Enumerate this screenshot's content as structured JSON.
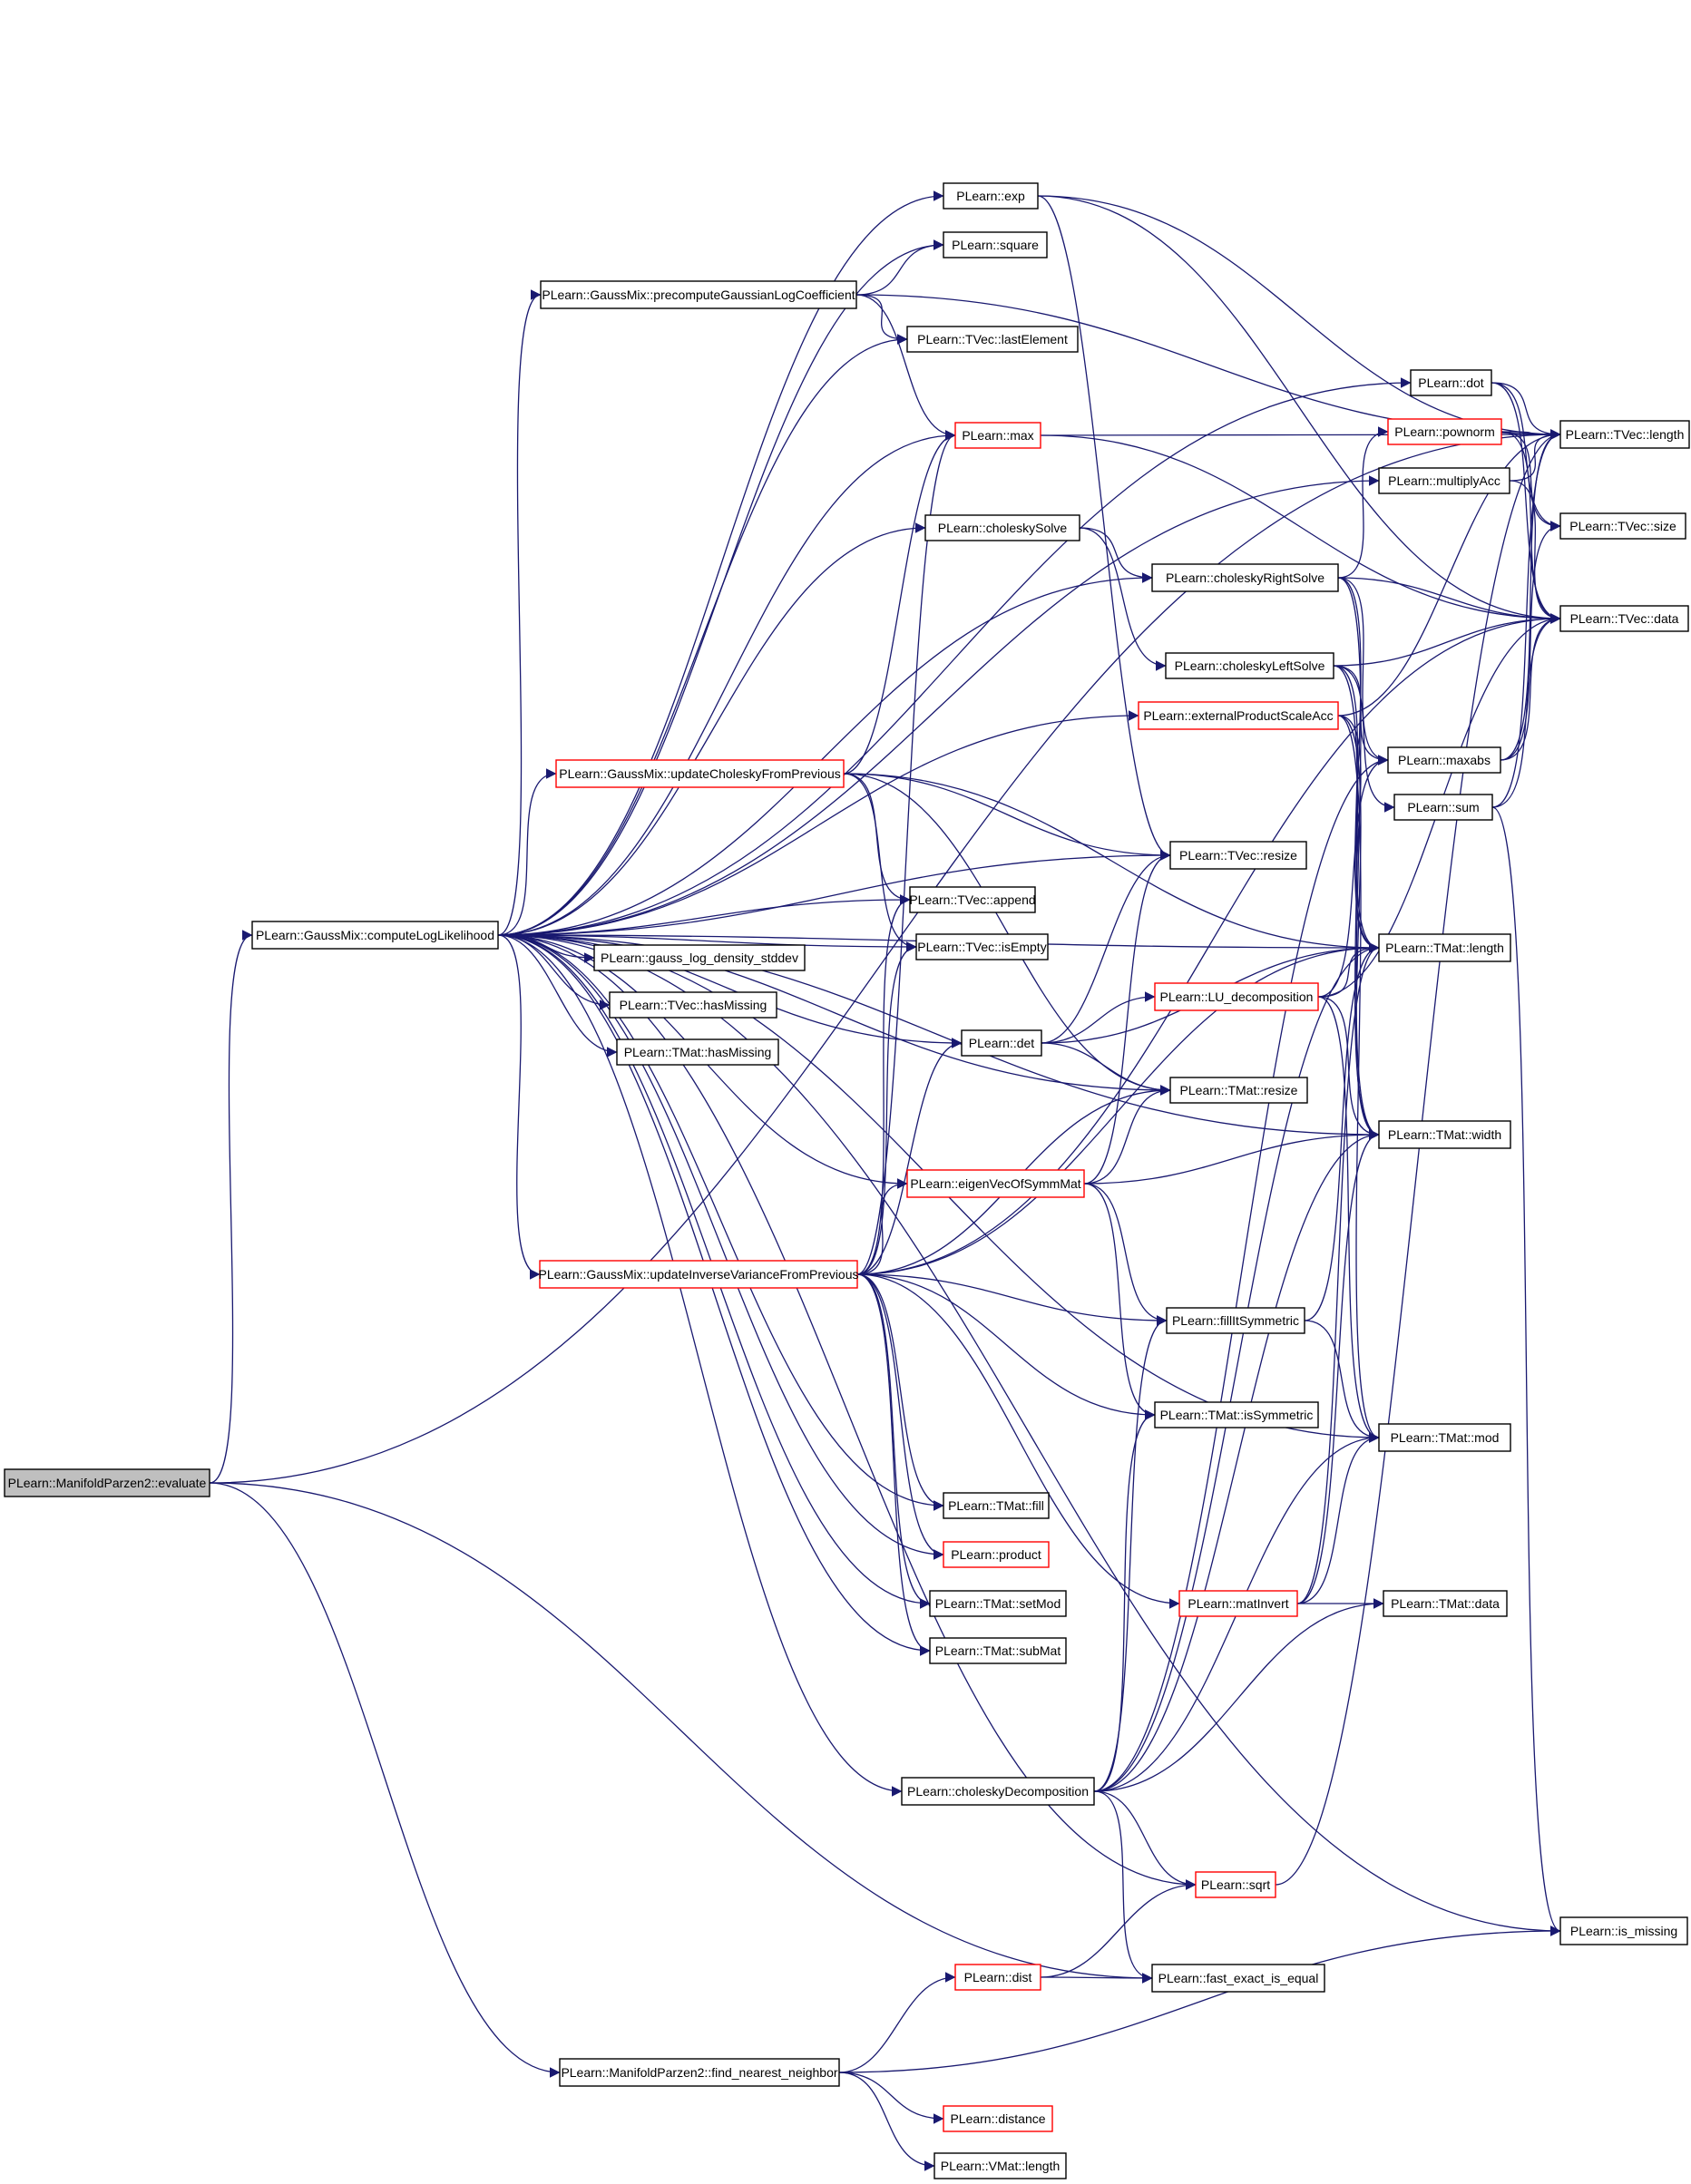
{
  "colors": {
    "edge": "#191970",
    "border_default": "#000000",
    "border_truncated": "#ff0000",
    "root_fill": "#bfbfbf",
    "node_fill": "#ffffff"
  },
  "nodes": [
    {
      "id": "evaluate",
      "label": "PLearn::ManifoldParzen2::evaluate",
      "root": true
    },
    {
      "id": "computeLL",
      "label": "PLearn::GaussMix::computeLogLikelihood"
    },
    {
      "id": "exp",
      "label": "PLearn::exp"
    },
    {
      "id": "square",
      "label": "PLearn::square"
    },
    {
      "id": "precompute",
      "label": "PLearn::GaussMix::precomputeGaussianLogCoefficient"
    },
    {
      "id": "lastElement",
      "label": "PLearn::TVec::lastElement"
    },
    {
      "id": "dot",
      "label": "PLearn::dot"
    },
    {
      "id": "max",
      "label": "PLearn::max",
      "truncated": true
    },
    {
      "id": "pownorm",
      "label": "PLearn::pownorm",
      "truncated": true
    },
    {
      "id": "tveclength",
      "label": "PLearn::TVec::length"
    },
    {
      "id": "multiplyAcc",
      "label": "PLearn::multiplyAcc"
    },
    {
      "id": "choleskySolve",
      "label": "PLearn::choleskySolve"
    },
    {
      "id": "tvecsize",
      "label": "PLearn::TVec::size"
    },
    {
      "id": "cholRightSolve",
      "label": "PLearn::choleskyRightSolve"
    },
    {
      "id": "tvecdata",
      "label": "PLearn::TVec::data"
    },
    {
      "id": "cholLeftSolve",
      "label": "PLearn::choleskyLeftSolve"
    },
    {
      "id": "extProd",
      "label": "PLearn::externalProductScaleAcc",
      "truncated": true
    },
    {
      "id": "maxabs",
      "label": "PLearn::maxabs"
    },
    {
      "id": "updCholesky",
      "label": "PLearn::GaussMix::updateCholeskyFromPrevious",
      "truncated": true
    },
    {
      "id": "sum",
      "label": "PLearn::sum"
    },
    {
      "id": "tvecresize",
      "label": "PLearn::TVec::resize"
    },
    {
      "id": "append",
      "label": "PLearn::TVec::append"
    },
    {
      "id": "gauss",
      "label": "PLearn::gauss_log_density_stddev"
    },
    {
      "id": "isEmpty",
      "label": "PLearn::TVec::isEmpty"
    },
    {
      "id": "tmatlength",
      "label": "PLearn::TMat::length"
    },
    {
      "id": "tvecHasMissing",
      "label": "PLearn::TVec::hasMissing"
    },
    {
      "id": "LU",
      "label": "PLearn::LU_decomposition",
      "truncated": true
    },
    {
      "id": "det",
      "label": "PLearn::det"
    },
    {
      "id": "tmatHasMissing",
      "label": "PLearn::TMat::hasMissing"
    },
    {
      "id": "tmatresize",
      "label": "PLearn::TMat::resize"
    },
    {
      "id": "tmatwidth",
      "label": "PLearn::TMat::width"
    },
    {
      "id": "eigen",
      "label": "PLearn::eigenVecOfSymmMat",
      "truncated": true
    },
    {
      "id": "updInvVar",
      "label": "PLearn::GaussMix::updateInverseVarianceFromPrevious",
      "truncated": true
    },
    {
      "id": "fillSym",
      "label": "PLearn::fillItSymmetric"
    },
    {
      "id": "isSymmetric",
      "label": "PLearn::TMat::isSymmetric"
    },
    {
      "id": "tmatmod",
      "label": "PLearn::TMat::mod"
    },
    {
      "id": "tmatfill",
      "label": "PLearn::TMat::fill"
    },
    {
      "id": "product",
      "label": "PLearn::product",
      "truncated": true
    },
    {
      "id": "matInvert",
      "label": "PLearn::matInvert",
      "truncated": true
    },
    {
      "id": "tmatdata",
      "label": "PLearn::TMat::data"
    },
    {
      "id": "setMod",
      "label": "PLearn::TMat::setMod"
    },
    {
      "id": "subMat",
      "label": "PLearn::TMat::subMat"
    },
    {
      "id": "cholDecomp",
      "label": "PLearn::choleskyDecomposition"
    },
    {
      "id": "sqrt",
      "label": "PLearn::sqrt",
      "truncated": true
    },
    {
      "id": "isMissing",
      "label": "PLearn::is_missing"
    },
    {
      "id": "dist",
      "label": "PLearn::dist",
      "truncated": true
    },
    {
      "id": "fastExact",
      "label": "PLearn::fast_exact_is_equal"
    },
    {
      "id": "findNN",
      "label": "PLearn::ManifoldParzen2::find_nearest_neighbor"
    },
    {
      "id": "distance",
      "label": "PLearn::distance",
      "truncated": true
    },
    {
      "id": "vmatlength",
      "label": "PLearn::VMat::length"
    }
  ],
  "edges": [
    [
      "evaluate",
      "computeLL"
    ],
    [
      "evaluate",
      "tveclength"
    ],
    [
      "evaluate",
      "findNN"
    ],
    [
      "evaluate",
      "fastExact"
    ],
    [
      "computeLL",
      "exp"
    ],
    [
      "computeLL",
      "square"
    ],
    [
      "computeLL",
      "precompute"
    ],
    [
      "computeLL",
      "lastElement"
    ],
    [
      "computeLL",
      "dot"
    ],
    [
      "computeLL",
      "max"
    ],
    [
      "computeLL",
      "multiplyAcc"
    ],
    [
      "computeLL",
      "choleskySolve"
    ],
    [
      "computeLL",
      "cholRightSolve"
    ],
    [
      "computeLL",
      "extProd"
    ],
    [
      "computeLL",
      "updCholesky"
    ],
    [
      "computeLL",
      "tvecresize"
    ],
    [
      "computeLL",
      "append"
    ],
    [
      "computeLL",
      "isEmpty"
    ],
    [
      "computeLL",
      "gauss"
    ],
    [
      "computeLL",
      "tvecHasMissing"
    ],
    [
      "computeLL",
      "tmatHasMissing"
    ],
    [
      "computeLL",
      "det"
    ],
    [
      "computeLL",
      "tmatresize"
    ],
    [
      "computeLL",
      "eigen"
    ],
    [
      "computeLL",
      "updInvVar"
    ],
    [
      "computeLL",
      "tmatfill"
    ],
    [
      "computeLL",
      "product"
    ],
    [
      "computeLL",
      "setMod"
    ],
    [
      "computeLL",
      "subMat"
    ],
    [
      "computeLL",
      "cholDecomp"
    ],
    [
      "computeLL",
      "sqrt"
    ],
    [
      "computeLL",
      "isMissing"
    ],
    [
      "computeLL",
      "tmatlength"
    ],
    [
      "computeLL",
      "tmatwidth"
    ],
    [
      "computeLL",
      "tmatmod"
    ],
    [
      "exp",
      "tveclength"
    ],
    [
      "exp",
      "tvecresize"
    ],
    [
      "exp",
      "tvecdata"
    ],
    [
      "precompute",
      "square"
    ],
    [
      "precompute",
      "lastElement"
    ],
    [
      "precompute",
      "max"
    ],
    [
      "precompute",
      "tveclength"
    ],
    [
      "dot",
      "tveclength"
    ],
    [
      "dot",
      "tvecsize"
    ],
    [
      "dot",
      "tvecdata"
    ],
    [
      "max",
      "tveclength"
    ],
    [
      "max",
      "tvecdata"
    ],
    [
      "pownorm",
      "tveclength"
    ],
    [
      "pownorm",
      "tvecsize"
    ],
    [
      "pownorm",
      "tvecdata"
    ],
    [
      "multiplyAcc",
      "tveclength"
    ],
    [
      "multiplyAcc",
      "tvecdata"
    ],
    [
      "choleskySolve",
      "cholRightSolve"
    ],
    [
      "choleskySolve",
      "cholLeftSolve"
    ],
    [
      "cholRightSolve",
      "pownorm"
    ],
    [
      "cholRightSolve",
      "tvecdata"
    ],
    [
      "cholRightSolve",
      "maxabs"
    ],
    [
      "cholRightSolve",
      "tmatlength"
    ],
    [
      "cholRightSolve",
      "tmatwidth"
    ],
    [
      "cholLeftSolve",
      "tvecdata"
    ],
    [
      "cholLeftSolve",
      "maxabs"
    ],
    [
      "cholLeftSolve",
      "sum"
    ],
    [
      "cholLeftSolve",
      "tmatlength"
    ],
    [
      "cholLeftSolve",
      "tmatwidth"
    ],
    [
      "extProd",
      "tveclength"
    ],
    [
      "extProd",
      "tmatlength"
    ],
    [
      "extProd",
      "tmatwidth"
    ],
    [
      "extProd",
      "tmatmod"
    ],
    [
      "maxabs",
      "tveclength"
    ],
    [
      "maxabs",
      "tvecdata"
    ],
    [
      "maxabs",
      "tvecsize"
    ],
    [
      "sum",
      "tveclength"
    ],
    [
      "sum",
      "tvecdata"
    ],
    [
      "sum",
      "isMissing"
    ],
    [
      "updCholesky",
      "max"
    ],
    [
      "updCholesky",
      "tvecresize"
    ],
    [
      "updCholesky",
      "append"
    ],
    [
      "updCholesky",
      "isEmpty"
    ],
    [
      "updCholesky",
      "tmatlength"
    ],
    [
      "updCholesky",
      "tmatresize"
    ],
    [
      "det",
      "tvecresize"
    ],
    [
      "det",
      "LU"
    ],
    [
      "det",
      "tmatresize"
    ],
    [
      "det",
      "tmatlength"
    ],
    [
      "LU",
      "tmatlength"
    ],
    [
      "LU",
      "tmatwidth"
    ],
    [
      "LU",
      "maxabs"
    ],
    [
      "LU",
      "tvecdata"
    ],
    [
      "LU",
      "tmatmod"
    ],
    [
      "eigen",
      "tmatresize"
    ],
    [
      "eigen",
      "tvecresize"
    ],
    [
      "eigen",
      "tmatwidth"
    ],
    [
      "eigen",
      "fillSym"
    ],
    [
      "eigen",
      "isSymmetric"
    ],
    [
      "updInvVar",
      "max"
    ],
    [
      "updInvVar",
      "append"
    ],
    [
      "updInvVar",
      "isEmpty"
    ],
    [
      "updInvVar",
      "det"
    ],
    [
      "updInvVar",
      "tmatresize"
    ],
    [
      "updInvVar",
      "eigen"
    ],
    [
      "updInvVar",
      "fillSym"
    ],
    [
      "updInvVar",
      "isSymmetric"
    ],
    [
      "updInvVar",
      "tmatfill"
    ],
    [
      "updInvVar",
      "product"
    ],
    [
      "updInvVar",
      "matInvert"
    ],
    [
      "updInvVar",
      "setMod"
    ],
    [
      "updInvVar",
      "subMat"
    ],
    [
      "updInvVar",
      "tvecdata"
    ],
    [
      "updInvVar",
      "tmatlength"
    ],
    [
      "fillSym",
      "tmatmod"
    ],
    [
      "fillSym",
      "tmatlength"
    ],
    [
      "matInvert",
      "tmatdata"
    ],
    [
      "matInvert",
      "tmatlength"
    ],
    [
      "matInvert",
      "tmatwidth"
    ],
    [
      "matInvert",
      "tmatmod"
    ],
    [
      "cholDecomp",
      "tmatdata"
    ],
    [
      "cholDecomp",
      "tmatlength"
    ],
    [
      "cholDecomp",
      "tmatwidth"
    ],
    [
      "cholDecomp",
      "tmatmod"
    ],
    [
      "cholDecomp",
      "sqrt"
    ],
    [
      "cholDecomp",
      "fastExact"
    ],
    [
      "cholDecomp",
      "isSymmetric"
    ],
    [
      "cholDecomp",
      "fillSym"
    ],
    [
      "cholDecomp",
      "maxabs"
    ],
    [
      "sqrt",
      "tveclength"
    ],
    [
      "dist",
      "sqrt"
    ],
    [
      "dist",
      "fastExact"
    ],
    [
      "findNN",
      "dist"
    ],
    [
      "findNN",
      "distance"
    ],
    [
      "findNN",
      "vmatlength"
    ],
    [
      "findNN",
      "isMissing"
    ]
  ]
}
